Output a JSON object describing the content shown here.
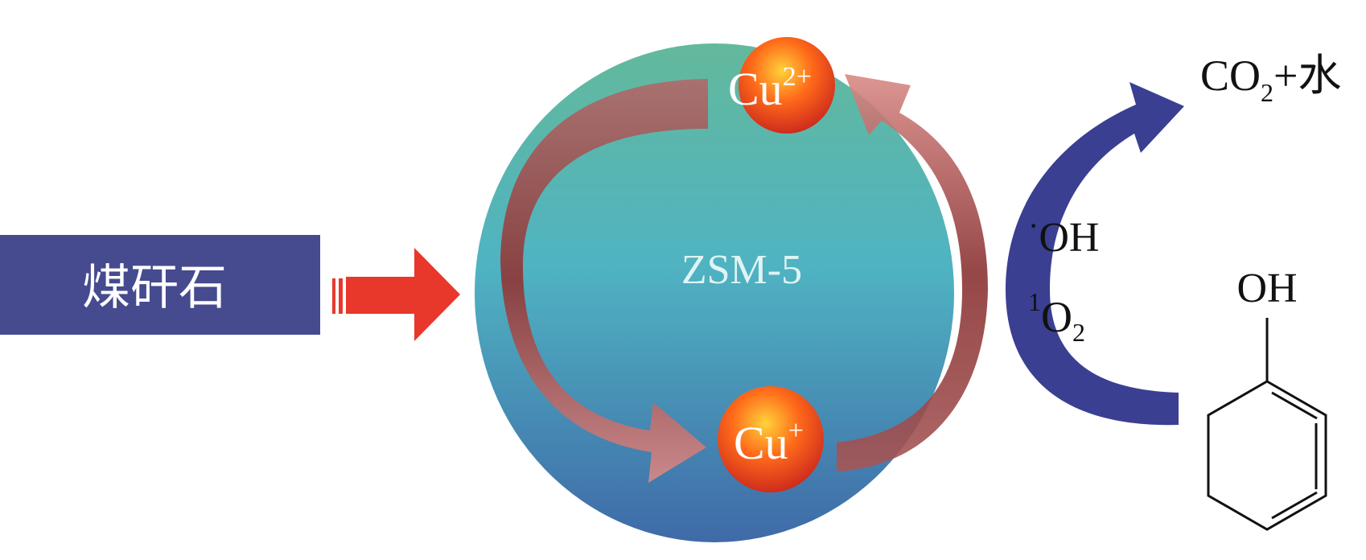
{
  "source_box": {
    "label": "煤矸石",
    "color": "#464a8f"
  },
  "input_arrow": {
    "color": "#e8382c"
  },
  "zeolite": {
    "label": "ZSM-5",
    "color_top": "#63b99c",
    "color_mid": "#4fb3c2",
    "color_bottom": "#3f6aa8"
  },
  "cu_top": {
    "base": "Cu",
    "sup": "2+"
  },
  "cu_bottom": {
    "base": "Cu",
    "sup": "+"
  },
  "redox_arrow": {
    "color": "#9a3b3b"
  },
  "oh_radical": {
    "dot": "·",
    "text": "OH"
  },
  "singlet_oxygen": {
    "sup": "1",
    "base": "O",
    "sub": "2"
  },
  "product": {
    "co2_base": "CO",
    "co2_sub": "2",
    "rest": "+水"
  },
  "phenol": {
    "label": "OH"
  },
  "degradation_arrow": {
    "color": "#3a3f92"
  }
}
